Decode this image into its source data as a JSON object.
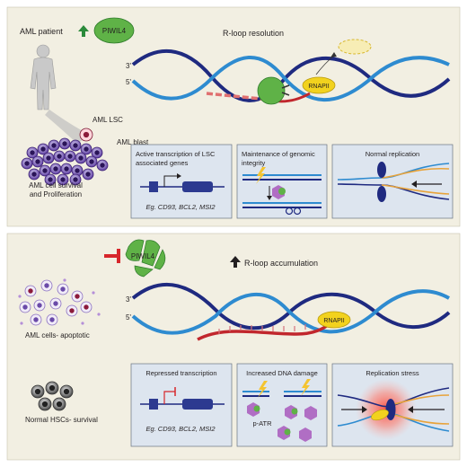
{
  "top": {
    "patient_label": "AML patient",
    "protein_label": "PIWIL4",
    "title": "R-loop resolution",
    "strand_3": "3'",
    "strand_5": "5'",
    "rnap_label": "RNAPII",
    "lsc_label": "AML LSC",
    "blast_label": "AML blast",
    "survival_line1": "AML cell survival",
    "survival_line2": "and Proliferation",
    "boxes": [
      {
        "title_line1": "Active transcription of LSC",
        "title_line2": "associated genes",
        "genes": "Eg. CD93, BCL2, MSI2"
      },
      {
        "title_line1": "Maintenance of genomic",
        "title_line2": "integrity"
      },
      {
        "title_line1": "Normal replication"
      }
    ]
  },
  "bottom": {
    "protein_label": "PIWIL4",
    "title": "R-loop accumulation",
    "strand_3": "3'",
    "strand_5": "5'",
    "rnap_label": "RNAPII",
    "apoptotic_label": "AML cells- apoptotic",
    "hsc_label": "Normal HSCs- survival",
    "boxes": [
      {
        "title_line1": "Repressed transcription",
        "genes": "Eg. CD93, BCL2, MSI2"
      },
      {
        "title_line1": "Increased DNA damage",
        "patr": "p-ATR"
      },
      {
        "title_line1": "Replication stress"
      }
    ]
  },
  "colors": {
    "panel_bg": "#f2efe2",
    "box_bg": "#dde5ef",
    "dna_dark": "#1f2a80",
    "dna_light": "#2e8bd0",
    "rna_red": "#c1272d",
    "piwil_green": "#4aa83c",
    "rnap_yellow": "#f2d21e",
    "cell_purple": "#4a2a8a"
  }
}
